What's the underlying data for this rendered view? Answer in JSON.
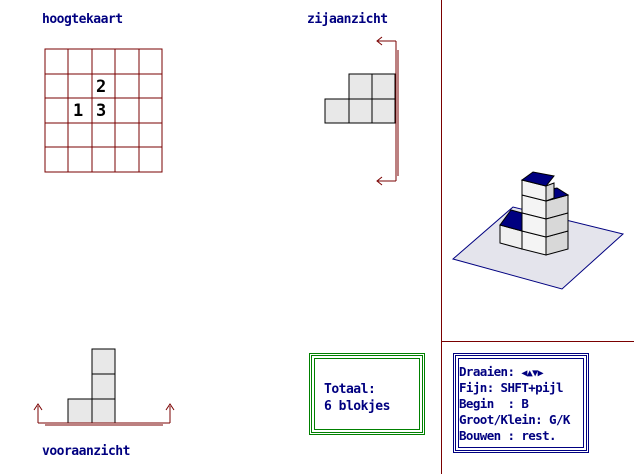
{
  "labels": {
    "height_map": "hoogtekaart",
    "side_view": "zijaanzicht",
    "front_view": "vooraanzicht"
  },
  "height_map": {
    "rows": [
      [
        "",
        "",
        "",
        "",
        ""
      ],
      [
        "",
        "",
        "2",
        "",
        ""
      ],
      [
        "",
        "1",
        "3",
        "",
        ""
      ],
      [
        "",
        "",
        "",
        "",
        ""
      ],
      [
        "",
        "",
        "",
        "",
        ""
      ]
    ]
  },
  "totals": {
    "line1": "Totaal:",
    "line2": "6 blokjes"
  },
  "controls": {
    "rotate_label": "Draaien:",
    "rotate_arrows": "◀▲▼▶",
    "fine": "Fijn: SHFT+pijl",
    "begin": "Begin  : B",
    "size": "Groot/Klein: G/K",
    "build": "Bouwen : rest."
  },
  "colors": {
    "grid": "#7a0000",
    "label": "#000080",
    "totals_border": "#008000",
    "controls_border": "#000080",
    "block_top": "#000080",
    "block_face": "#e8e8e8",
    "floor": "#e0e0e8"
  }
}
